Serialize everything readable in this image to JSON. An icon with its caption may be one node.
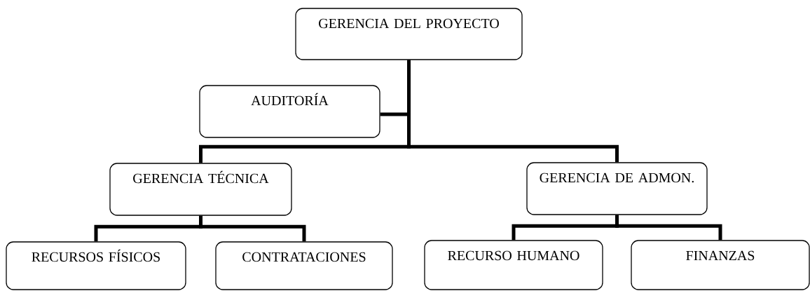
{
  "diagram": {
    "nodes": [
      {
        "text": [
          "GERENCIA DEL PROYECTO"
        ]
      },
      {
        "text": [
          "AUDITORÍA"
        ]
      },
      {
        "text": [
          "GERENCIA TÉCNICA"
        ]
      },
      {
        "text": [
          "GERENCIA DE ADMON."
        ]
      },
      {
        "text": [
          "RECURSOS FÍSICOS"
        ]
      },
      {
        "text": [
          "CONTRATACIONES"
        ]
      },
      {
        "text": [
          "RECURSO HUMANO"
        ]
      },
      {
        "text": [
          "FINANZAS"
        ]
      }
    ],
    "edges": [
      {
        "from": 0,
        "to": 1,
        "arrow": "none"
      },
      {
        "from": 0,
        "to": 2,
        "arrow": "none"
      },
      {
        "from": 0,
        "to": 3,
        "arrow": "none"
      },
      {
        "from": 2,
        "to": 4,
        "arrow": "none"
      },
      {
        "from": 2,
        "to": 5,
        "arrow": "none"
      },
      {
        "from": 3,
        "to": 6,
        "arrow": "none"
      },
      {
        "from": 3,
        "to": 7,
        "arrow": "none"
      }
    ]
  }
}
